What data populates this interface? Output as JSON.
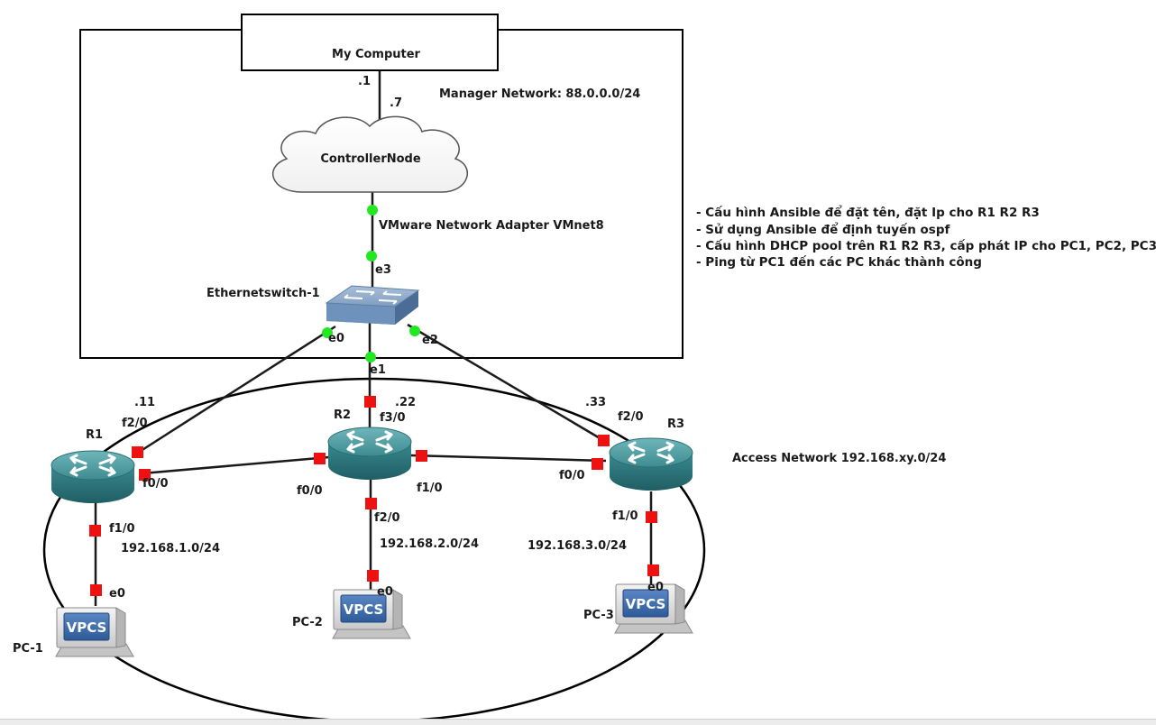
{
  "nodes": {
    "my_computer": "My Computer",
    "controller": "ControllerNode",
    "switch": "Ethernetswitch-1",
    "r1": "R1",
    "r2": "R2",
    "r3": "R3",
    "pc1": "PC-1",
    "pc2": "PC-2",
    "pc3": "PC-3",
    "vpcs": "VPCS"
  },
  "labels": {
    "manager_network": "Manager Network: 88.0.0.0/24",
    "access_network": "Access Network 192.168.xy.0/24",
    "ip_mycomp": ".1",
    "ip_controller": ".7",
    "vmnet": "VMware Network Adapter VMnet8",
    "sw_e3": "e3",
    "sw_e0": "e0",
    "sw_e1": "e1",
    "sw_e2": "e2",
    "ip_r1": ".11",
    "ip_r2": ".22",
    "ip_r3": ".33",
    "r1_f2_0": "f2/0",
    "r1_f0_0": "f0/0",
    "r1_f1_0": "f1/0",
    "r2_f3_0": "f3/0",
    "r2_f0_0": "f0/0",
    "r2_f1_0": "f1/0",
    "r2_f2_0": "f2/0",
    "r3_f2_0": "f2/0",
    "r3_f0_0": "f0/0",
    "r3_f1_0": "f1/0",
    "pc1_e0": "e0",
    "pc2_e0": "e0",
    "pc3_e0": "e0",
    "net1": "192.168.1.0/24",
    "net2": "192.168.2.0/24",
    "net3": "192.168.3.0/24"
  },
  "notes": [
    "- Cấu hình Ansible để đặt tên, đặt Ip cho R1 R2 R3",
    "- Sử dụng Ansible để định tuyến ospf",
    "- Cấu hình DHCP pool trên R1 R2 R3, cấp phát IP cho PC1, PC2, PC3",
    "- Ping từ PC1 đến các PC khác thành công"
  ],
  "colors": {
    "link": "#1a1a1a",
    "port_up": "#22e822",
    "port_down": "#ee1111",
    "router_top": "#5aa5aa",
    "router_side": "#2f7a80",
    "vpcs_screen": "#3f6fb0"
  }
}
